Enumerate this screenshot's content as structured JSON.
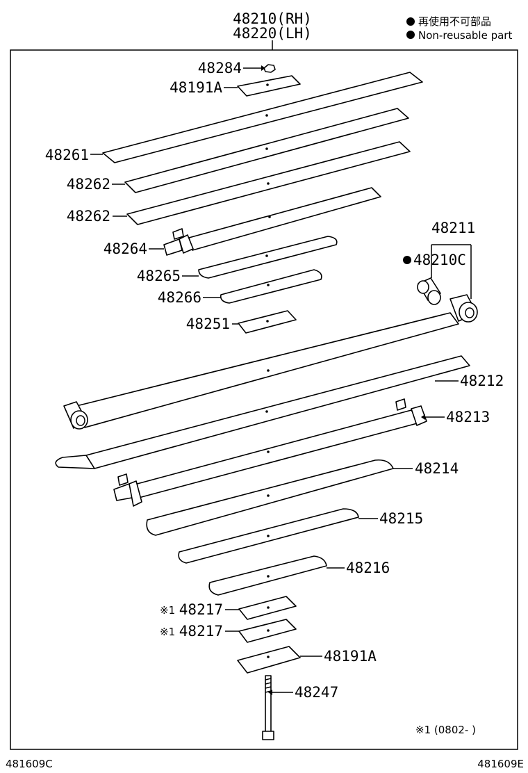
{
  "header": {
    "assembly_rh": "48210(RH)",
    "assembly_lh": "48220(LH)"
  },
  "legend": {
    "non_reusable_jp": "再使用不可部品",
    "non_reusable_en": "Non-reusable part"
  },
  "parts": {
    "p48284": "48284",
    "p48191A_top": "48191A",
    "p48261": "48261",
    "p48262_a": "48262",
    "p48262_b": "48262",
    "p48264": "48264",
    "p48265": "48265",
    "p48266": "48266",
    "p48251": "48251",
    "p48211": "48211",
    "p48210C": "48210C",
    "p48212": "48212",
    "p48213": "48213",
    "p48214": "48214",
    "p48215": "48215",
    "p48216": "48216",
    "p48217_a": "48217",
    "p48217_b": "48217",
    "p48191A_bottom": "48191A",
    "p48247": "48247"
  },
  "notes": {
    "mark_a": "※1",
    "mark_b": "※1",
    "footnote": "※1 (0802-    )"
  },
  "footer": {
    "left_code": "481609C",
    "right_code": "481609E"
  }
}
